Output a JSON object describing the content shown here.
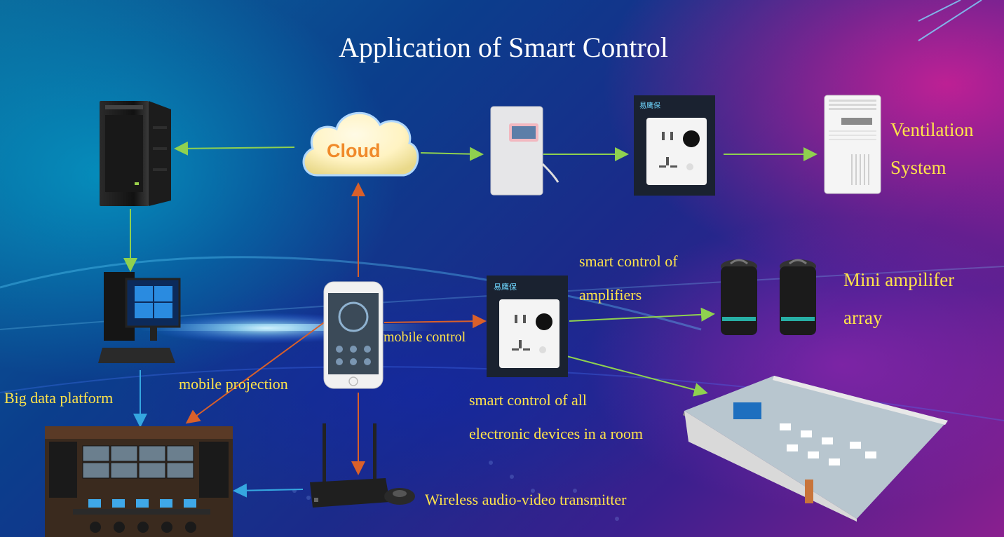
{
  "title": "Application of Smart Control",
  "nodes": {
    "cloud": "Cloud",
    "ventilation_line1": "Ventilation",
    "ventilation_line2": "System",
    "amplifier_line1": "Mini ampilifer",
    "amplifier_line2": "array",
    "big_data": "Big data platform",
    "transmitter": "Wireless audio-video transmitter"
  },
  "edges": {
    "mobile_control": "mobile control",
    "mobile_projection": "mobile projection",
    "amplifiers_line1": "smart control of",
    "amplifiers_line2": "amplifiers",
    "room_line1": "smart control of all",
    "room_line2": "electronic devices in a room"
  },
  "colors": {
    "green_arrow": "#8fd14f",
    "orange_arrow": "#d9602a",
    "blue_arrow": "#35a7e0",
    "label_yellow": "#ffe34a",
    "cloud_label": "#f08a2a"
  }
}
